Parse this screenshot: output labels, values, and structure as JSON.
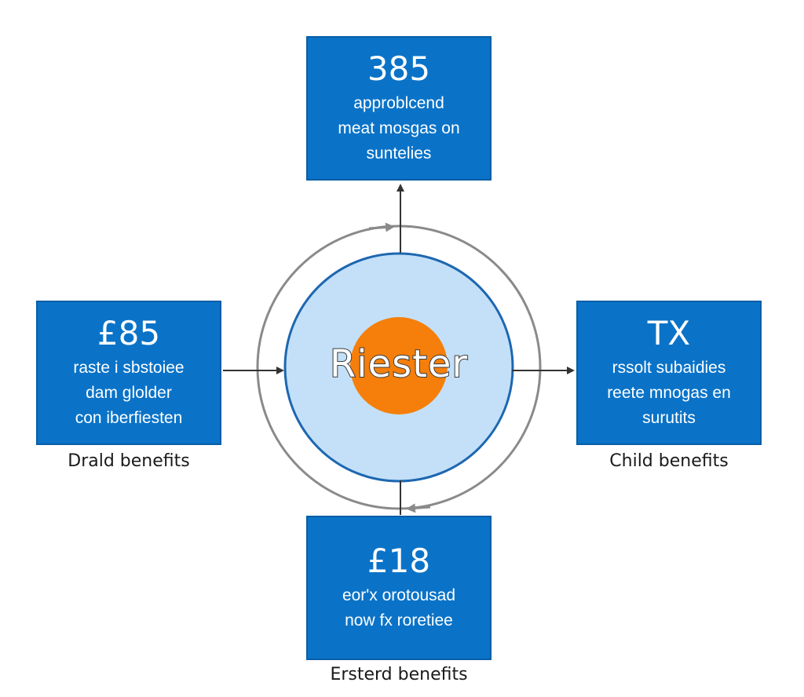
{
  "hub": {
    "label": "Riester"
  },
  "boxes": {
    "top": {
      "value": "385",
      "lines": [
        "approblcend",
        "meat mosgas on",
        "suntelies"
      ]
    },
    "left": {
      "value": "£85",
      "lines": [
        "raste i sbstoiee",
        "dam glolder",
        "con iberfiesten"
      ],
      "caption": "Drald benefits"
    },
    "right": {
      "value": "TX",
      "lines": [
        "rssolt subaidies",
        "reete mnogas en",
        "surutits"
      ],
      "caption": "Child benefits"
    },
    "bottom": {
      "value": "£18",
      "lines": [
        "eor'x orotousad",
        "now fx roretiee"
      ],
      "caption": "Ersterd benefits"
    }
  },
  "colors": {
    "box_fill": "#0a73c8",
    "box_border": "#085ea6",
    "hub_outer_fill": "#c3e0f8",
    "hub_outer_stroke": "#1d67b0",
    "hub_core": "#f57f0a",
    "ring": "#8a8a8a",
    "arrow": "#333333"
  }
}
